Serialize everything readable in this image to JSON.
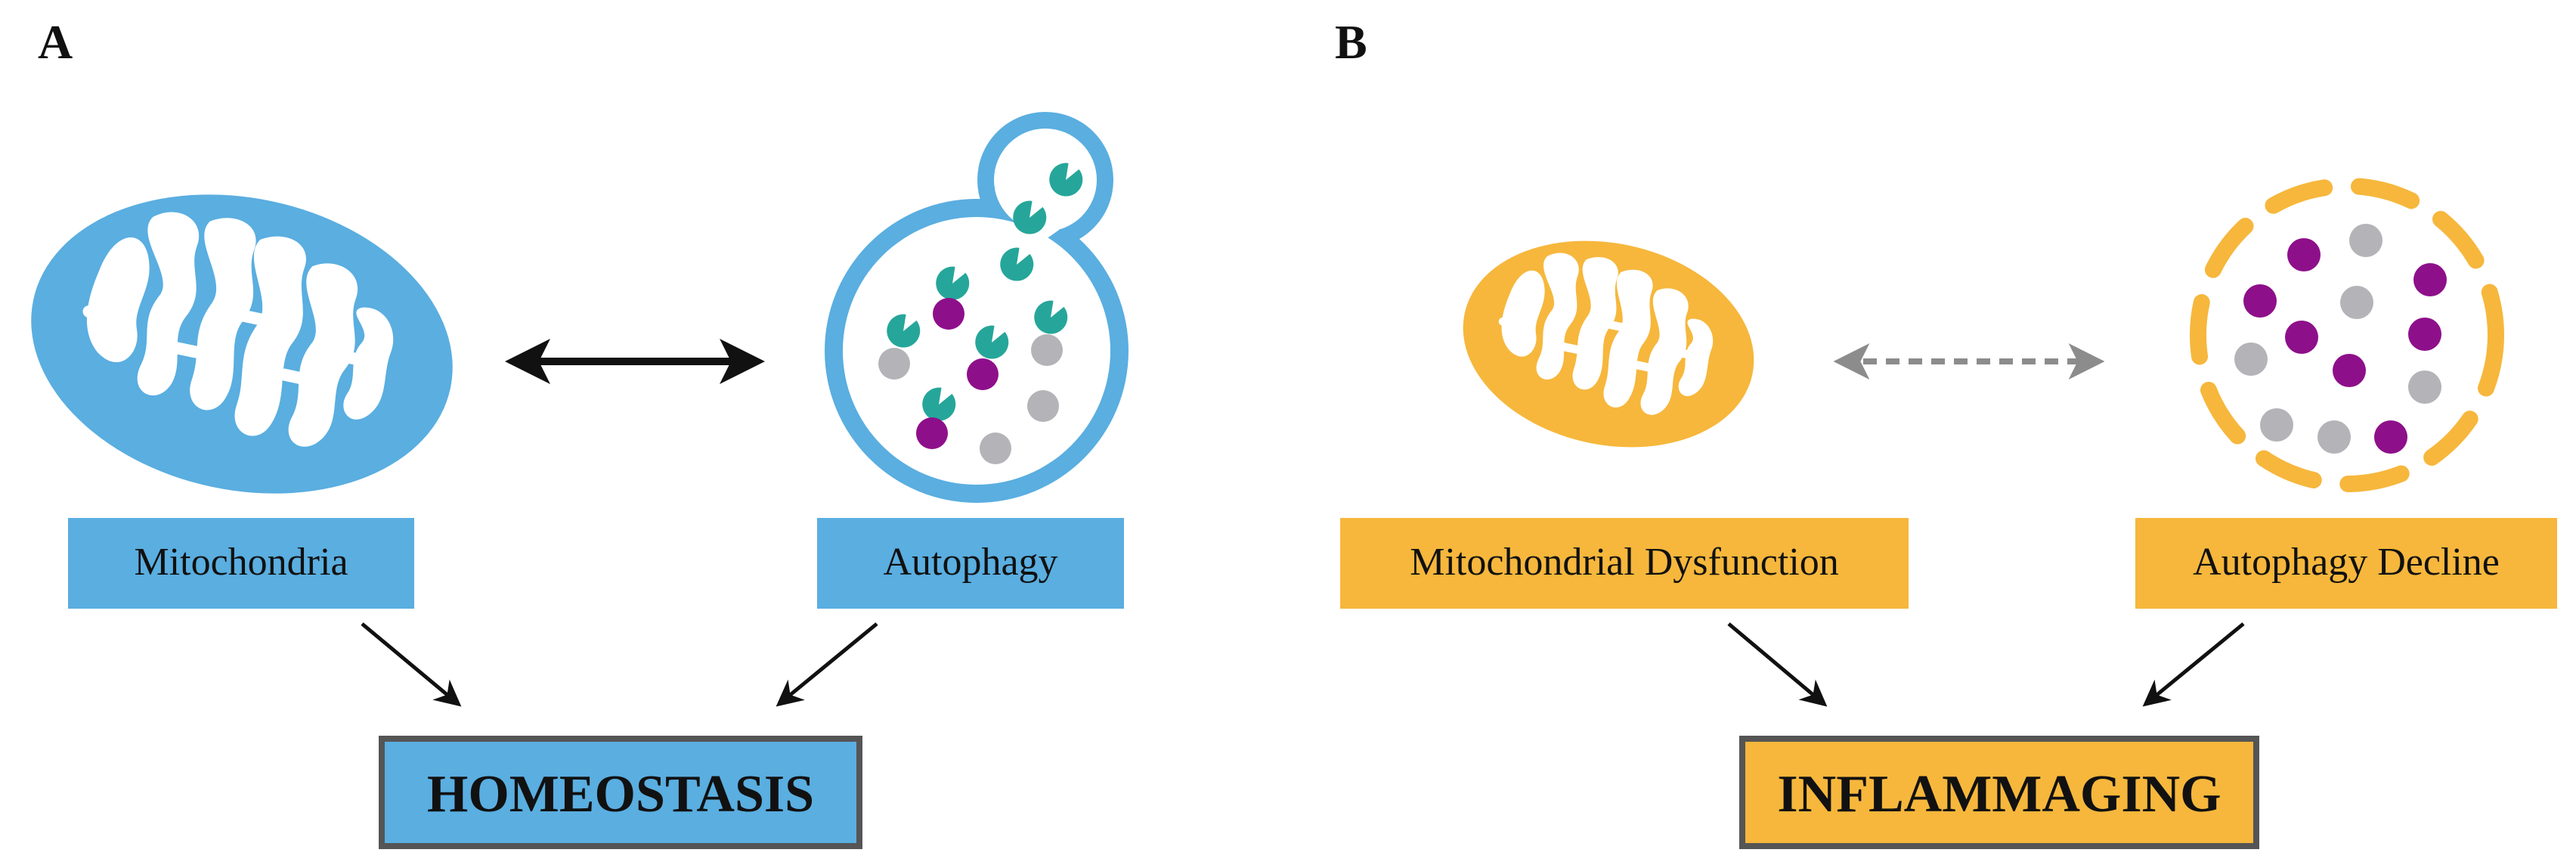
{
  "colors": {
    "blue": "#5aaee0",
    "orange": "#f6b73c",
    "teal": "#26a69a",
    "purple": "#8e0f8a",
    "gray": "#b3b3b8",
    "outline": "#555555",
    "arrow_black": "#111111",
    "arrow_gray": "#8c8c8c"
  },
  "panel_a": {
    "letter": "A",
    "left_label": "Mitochondria",
    "right_label": "Autophagy",
    "result": "HOMEOSTASIS"
  },
  "panel_b": {
    "letter": "B",
    "left_label": "Mitochondrial Dysfunction",
    "right_label": "Autophagy Decline",
    "result": "INFLAMMAGING"
  }
}
